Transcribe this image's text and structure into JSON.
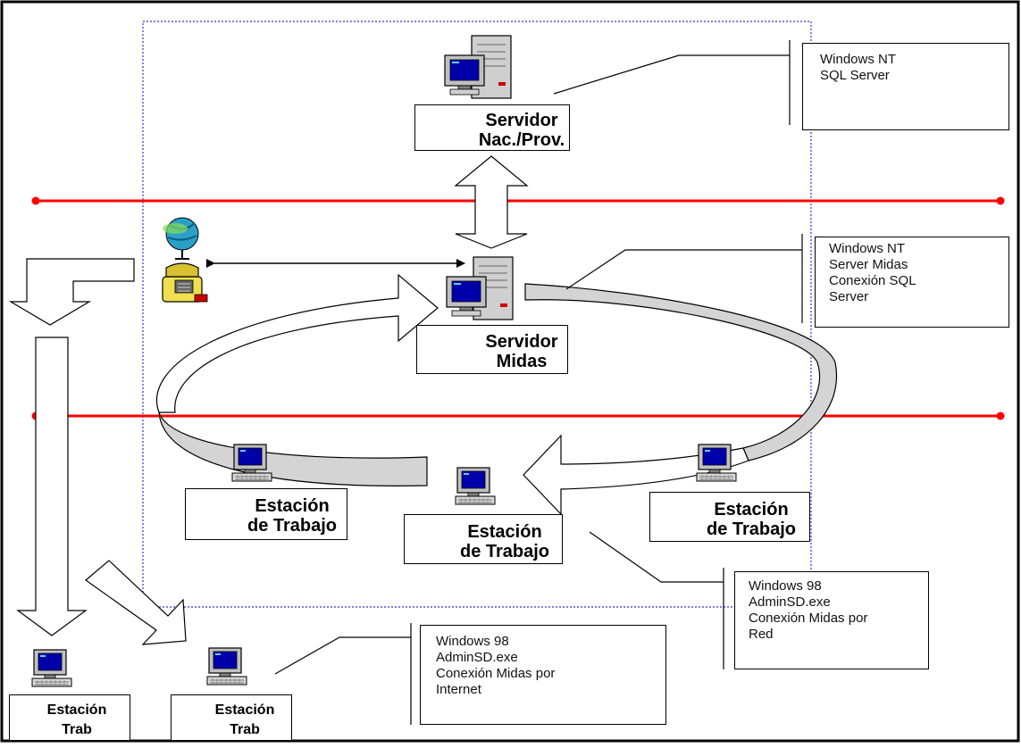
{
  "colors": {
    "network_line": "#ff0000",
    "zone_border": "#3333cc",
    "screen": "#0000aa",
    "arrow_fill": "#d4d4d4"
  },
  "servers": {
    "national": {
      "line1": "Servidor",
      "line2": "Nac./Prov."
    },
    "midas": {
      "line1": "Servidor",
      "line2": "Midas"
    }
  },
  "stations": {
    "left": {
      "line1": "Estación",
      "line2": "de Trabajo"
    },
    "center": {
      "line1": "Estación",
      "line2": "de Trabajo"
    },
    "right": {
      "line1": "Estación",
      "line2": "de Trabajo"
    },
    "remote1": {
      "line1": "Estación",
      "line2": "Trab"
    },
    "remote2": {
      "line1": "Estación",
      "line2": "Trab"
    }
  },
  "notes": {
    "national": [
      "Windows NT",
      "SQL Server"
    ],
    "midas": [
      "Windows NT",
      "Server Midas",
      "Conexión SQL",
      "Server"
    ],
    "lan": [
      "Windows 98",
      "AdminSD.exe",
      "Conexión Midas por",
      "Red"
    ],
    "internet": [
      "Windows 98",
      "AdminSD.exe",
      "Conexión Midas por",
      "Internet"
    ]
  },
  "icons": [
    "server-icon",
    "computer-icon",
    "satellite-dish-icon",
    "telephone-icon"
  ]
}
